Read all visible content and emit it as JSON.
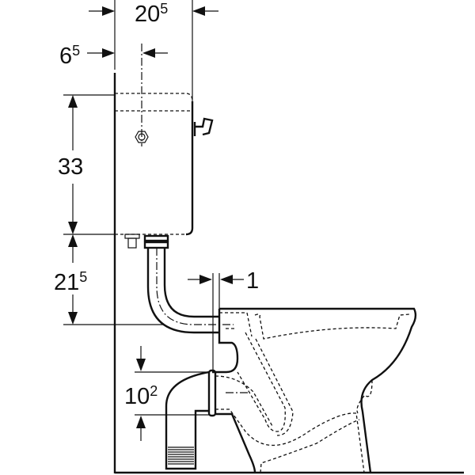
{
  "diagram": {
    "title": "Close-coupled WC with cistern, side view dimensions",
    "dimensions": [
      {
        "id": "cistern-depth",
        "main": "20",
        "sup": "5"
      },
      {
        "id": "flush-valve-offset",
        "main": "6",
        "sup": "5"
      },
      {
        "id": "cistern-height",
        "main": "33",
        "sup": ""
      },
      {
        "id": "cistern-bottom-to-inlet",
        "main": "21",
        "sup": "5"
      },
      {
        "id": "wall-gap",
        "main": "1",
        "sup": ""
      },
      {
        "id": "outlet-height",
        "main": "10",
        "sup": "2"
      }
    ]
  }
}
